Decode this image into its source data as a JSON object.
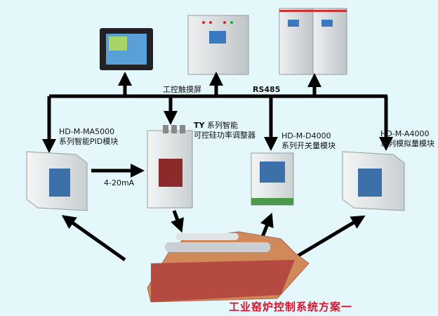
{
  "labels": {
    "touch_screen": "工控触摸屏",
    "bus": "RS485",
    "ty_model": "TY",
    "ty_line1": "系列智能",
    "ty_line2": "可控硅功率调整器",
    "ma5000_model": "HD-M-MA5000",
    "ma5000_desc": "系列智能PID模块",
    "d4000_model": "HD-M-D4000",
    "d4000_desc": "系列开关量模块",
    "a4000_model": "HD-M-A4000",
    "a4000_desc": "系列模拟量模块",
    "signal": "4-20mA"
  },
  "title": "工业窑炉控制系统方案一",
  "colors": {
    "background": "#e4f8fb",
    "title": "#e0102a",
    "lines": "#000000"
  }
}
